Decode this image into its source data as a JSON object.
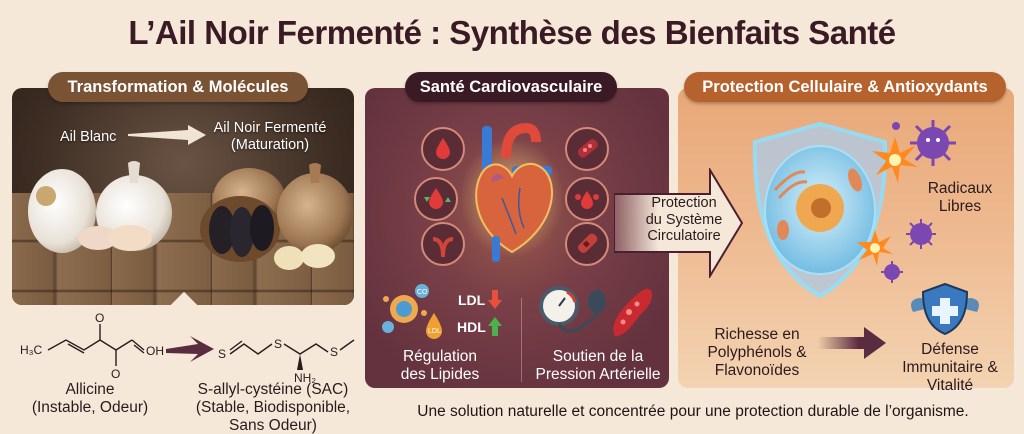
{
  "title": "L’Ail Noir Fermenté : Synthèse des Bienfaits Santé",
  "colors": {
    "background": "#f5e8d8",
    "title": "#3a1a24",
    "section1_header": "#7a5234",
    "section2_header": "#3a1a24",
    "section3_header": "#b5622e",
    "cardio_panel": "#6e3c48",
    "antiox_panel": "#eeb88e",
    "accent_arrow": "#5a2c40"
  },
  "sections": [
    {
      "header": "Transformation & Molécules",
      "transformation": {
        "from_label": "Ail Blanc",
        "to_label_line1": "Ail Noir Fermenté",
        "to_label_line2": "(Maturation)"
      },
      "molecules": [
        {
          "name": "Allicine",
          "note": "(Instable, Odeur)",
          "formula_labels": [
            "H3C",
            "O",
            "O",
            "OH"
          ]
        },
        {
          "name": "S-allyl-cystéine (SAC)",
          "note_line1": "(Stable, Biodisponible,",
          "note_line2": "Sans Odeur)",
          "formula_labels": [
            "S",
            "S",
            "S",
            "NH2"
          ]
        }
      ]
    },
    {
      "header": "Santé Cardiovasculaire",
      "icons": [
        "blood-drop-icon",
        "blood-drop-updown-icon",
        "artery-icon",
        "blood-vessel-icon",
        "blood-drops-icon",
        "vessel-clot-icon"
      ],
      "lipids": {
        "ldl": "LDL",
        "hdl": "HDL",
        "ldl_trend": "down",
        "hdl_trend": "up",
        "droplet_tag": "LDL",
        "molecule_tag": "CO",
        "label_line1": "Régulation",
        "label_line2": "des Lipides"
      },
      "pressure": {
        "label_line1": "Soutien de la",
        "label_line2": "Pression Artérielle"
      }
    },
    {
      "header": "Protection Cellulaire & Antioxydants",
      "radicals_line1": "Radicaux",
      "radicals_line2": "Libres",
      "polyphenols_line1": "Richesse en",
      "polyphenols_line2": "Polyphénols &",
      "polyphenols_line3": "Flavonoïdes",
      "immunity_line1": "Défense",
      "immunity_line2": "Immunitaire &",
      "immunity_line3": "Vitalité"
    }
  ],
  "connector": {
    "line1": "Protection",
    "line2": "du Système",
    "line3": "Circulatoire"
  },
  "footer": "Une solution naturelle et concentrée pour une protection durable de l’organisme."
}
